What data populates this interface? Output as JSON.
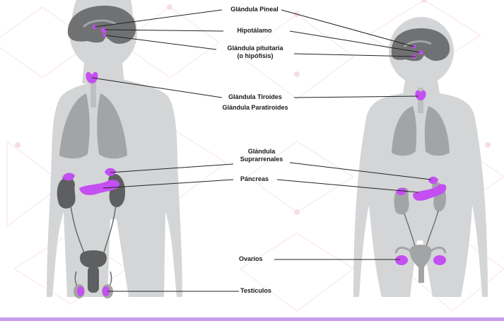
{
  "labels": {
    "pineal": "Glándula Pineal",
    "hypothalamus": "Hipotálamo",
    "pituitary_1": "Glándula pituitaria",
    "pituitary_2": "(o hipófisis)",
    "thyroid": "Glándula Tiroides",
    "parathyroid": "Glándula Paratiroides",
    "adrenal_1": "Glándula",
    "adrenal_2": "Suprarrenales",
    "pancreas": "Páncreas",
    "ovaries": "Ovarios",
    "testicles": "Testículos"
  },
  "colors": {
    "body": "#d4d5d7",
    "organ": "#a3a4a6",
    "dark_organ": "#5e5f61",
    "gland": "#c44ff2",
    "leader": "#222222",
    "pattern": "#f6dde6",
    "bottom_bar": "#c99cf0"
  }
}
